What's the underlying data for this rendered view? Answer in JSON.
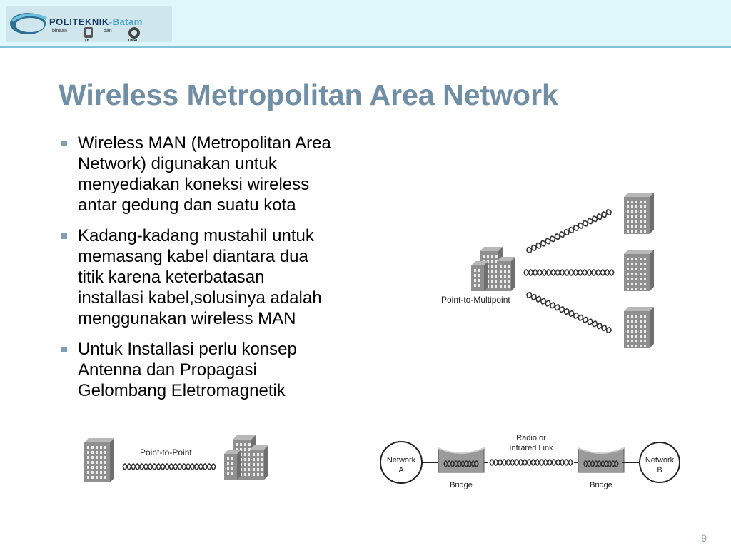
{
  "header": {
    "logo": {
      "word": "POLITEKNIK",
      "word_suffix": "-Batam",
      "sub_left": "binaan",
      "sub_mid": "dan",
      "crest_left": "ITB",
      "crest_right": "UNRI"
    },
    "band_color": "#dff7fb"
  },
  "slide": {
    "title": "Wireless Metropolitan Area Network",
    "title_color": "#708ea6",
    "bullets": [
      {
        "text": "Wireless MAN (Metropolitan Area\nNetwork) digunakan untuk\nmenyediakan koneksi wireless\nantar gedung dan suatu kota"
      },
      {
        "text": "Kadang-kadang mustahil untuk\nmemasang kabel diantara dua\ntitik karena keterbatasan\ninstallasi kabel,solusinya adalah\nmenggunakan wireless MAN"
      },
      {
        "text": "Untuk Installasi perlu konsep\nAntenna dan Propagasi\nGelombang Eletromagnetik"
      }
    ],
    "page_number": "9"
  },
  "diagrams": {
    "point_to_multipoint": {
      "label": "Point-to-Multipoint"
    },
    "point_to_point": {
      "label": "Point-to-Point"
    },
    "bridge_link": {
      "network_a_line1": "Network",
      "network_a_line2": "A",
      "network_b_line1": "Network",
      "network_b_line2": "B",
      "link_line1": "Radio or",
      "link_line2": "Infrared Link",
      "bridge_left": "Bridge",
      "bridge_right": "Bridge"
    }
  }
}
